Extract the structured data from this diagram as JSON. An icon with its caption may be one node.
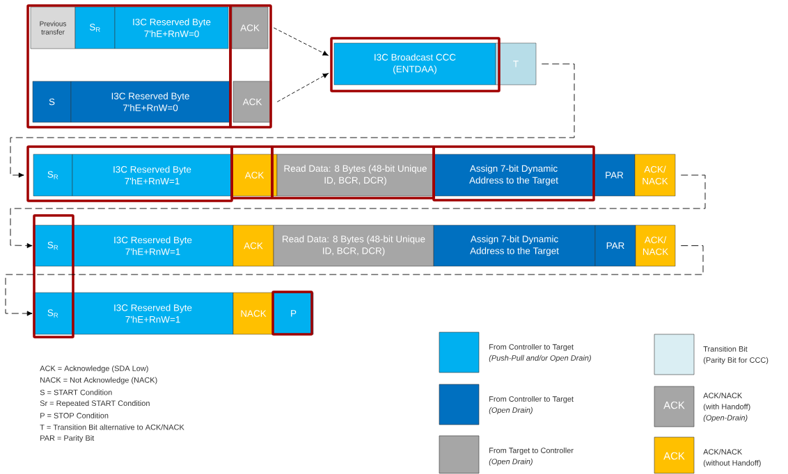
{
  "diagram": {
    "nodes": [
      {
        "text": [
          "Previous transfer"
        ]
      },
      {
        "text": [
          "S$_{R}$"
        ]
      },
      {
        "text": [
          "I3C Reserved Byte 7'hE+RnW=0"
        ]
      },
      {
        "text": [
          "ACK"
        ]
      },
      {
        "text": [
          "S"
        ]
      },
      {
        "text": [
          "I3C Reserved Byte 7'hE+RnW=0"
        ]
      },
      {
        "text": [
          "ACK"
        ]
      },
      {
        "text": [
          "I3C Broadcast CCC (ENTDAA)"
        ]
      },
      {
        "text": [
          "T"
        ]
      },
      {
        "text": [
          "S$_{R}$"
        ]
      },
      {
        "text": [
          "I3C Reserved Byte 7'hE+RnW=1"
        ]
      },
      {
        "text": [
          "ACK"
        ]
      },
      {
        "text": [
          "Read Data: 8 Bytes (48-bit Unique ID, BCR, DCR)"
        ]
      },
      {
        "text": [
          "Assign 7-bit Dynamic Address to the Target"
        ]
      },
      {
        "text": [
          "PAR"
        ]
      },
      {
        "text": [
          "ACK/ NACK"
        ]
      },
      {
        "text": [
          "S$_{R}$"
        ]
      },
      {
        "text": [
          "I3C Reserved Byte 7'hE+RnW=1"
        ]
      },
      {
        "text": [
          "ACK"
        ]
      },
      {
        "text": [
          "Read Data: 8 Bytes (48-bit Unique ID, BCR, DCR)"
        ]
      },
      {
        "text": [
          "Assign 7-bit Dynamic Address to the Target"
        ]
      },
      {
        "text": [
          "PAR"
        ]
      },
      {
        "text": [
          "ACK/ NACK"
        ]
      },
      {
        "text": [
          "S$_{R}$"
        ]
      },
      {
        "text": [
          "I3C Reserved Byte 7'hE+RnW=1"
        ]
      },
      {
        "text": [
          "NACK"
        ]
      },
      {
        "text": [
          "P"
        ]
      }
    ],
    "edges": [
      {
        "from": 3,
        "to": 7,
        "arrow": "to",
        "style": "dashed"
      },
      {
        "from": 6,
        "to": 7,
        "arrow": "to",
        "style": "dashed"
      },
      {
        "from": 8,
        "to": 9,
        "arrow": "to",
        "style": "dashed"
      },
      {
        "from": 15,
        "to": 16,
        "arrow": "to",
        "style": "dashed"
      },
      {
        "from": 22,
        "to": 23,
        "arrow": "to",
        "style": "dashed"
      }
    ],
    "labels": [
      "ACK = Acknowledge (SDA Low)",
      "NACK = Not Acknowledge (NACK)",
      "S = START Condition",
      "Sr = Repeated START Condition",
      "P = STOP Condition",
      "T = Transition Bit alternative to ACK/NACK",
      "PAR = Parity Bit",
      "ACK",
      "ACK"
    ],
    "legend": [
      {
        "text": "From Controller to Target *(Push-Pull and/or Open Drain)*",
        "color": "#00b0f0"
      },
      {
        "text": "Transition Bit (Parity Bit for CCC)",
        "color": "#daeef3"
      },
      {
        "text": "From Controller to Target *(Open Drain)*",
        "color": "#0070c0"
      },
      {
        "text": "ACK/NACK (with Handoff) *(Open-Drain)*",
        "color": "#a6a6a6"
      },
      {
        "text": "From Target to Controller *(Open Drain)*",
        "color": "#a6a6a6"
      },
      {
        "text": "ACK/NACK (without Handoff)",
        "color": "#ffc000"
      }
    ]
  }
}
